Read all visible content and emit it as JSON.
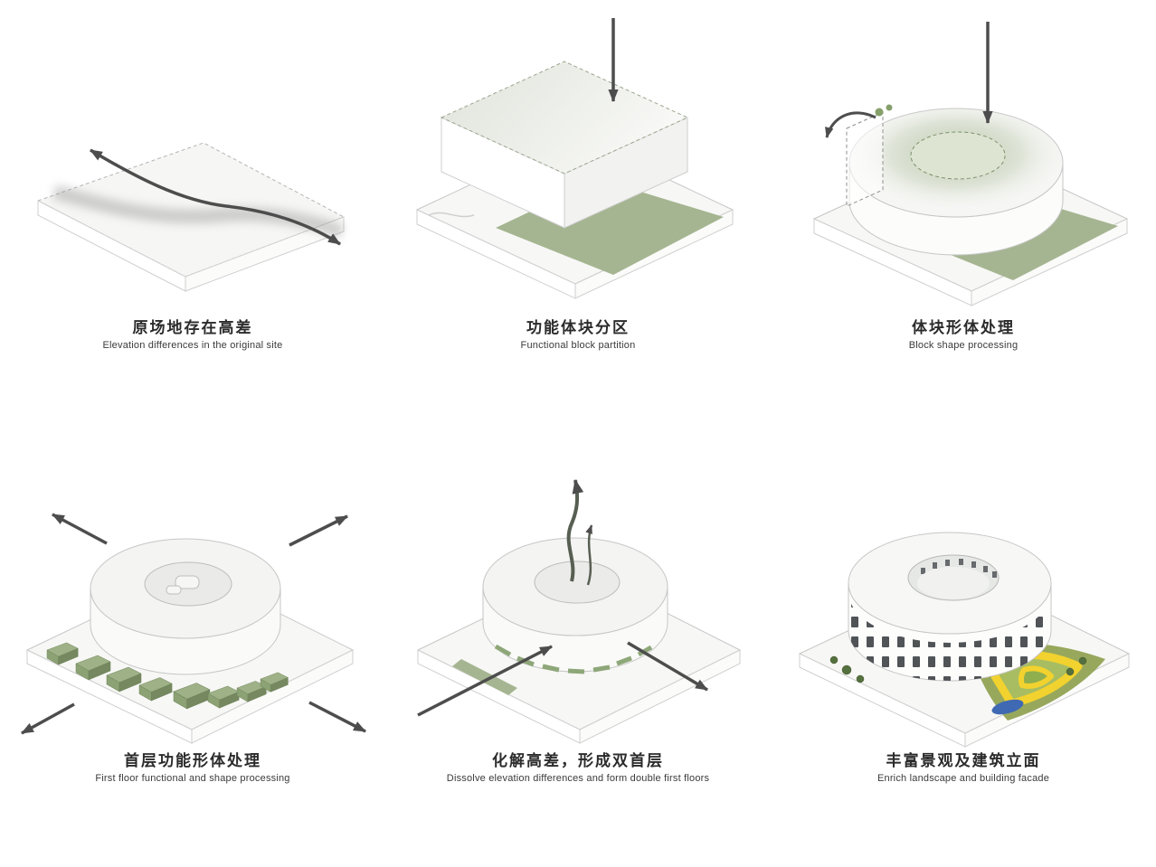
{
  "diagram_title": "Building massing concept diagram (6 steps)",
  "panels": [
    {
      "zh": "原场地存在高差",
      "en": "Elevation differences in the original site"
    },
    {
      "zh": "功能体块分区",
      "en": "Functional block partition"
    },
    {
      "zh": "体块形体处理",
      "en": "Block shape processing"
    },
    {
      "zh": "首层功能形体处理",
      "en": "First floor functional and shape processing"
    },
    {
      "zh": "化解高差，形成双首层",
      "en": "Dissolve elevation differences and form double first floors"
    },
    {
      "zh": "丰富景观及建筑立面",
      "en": "Enrich landscape and building facade"
    }
  ],
  "colors": {
    "green": "#a5b591",
    "green_block_top": "#9fb287",
    "green_block_side": "#75885f",
    "arrow": "#4d4d4d",
    "olive": "#97a85c",
    "yellow": "#f2d22e",
    "blue": "#3f69b3",
    "slab": "#f6f6f4"
  }
}
